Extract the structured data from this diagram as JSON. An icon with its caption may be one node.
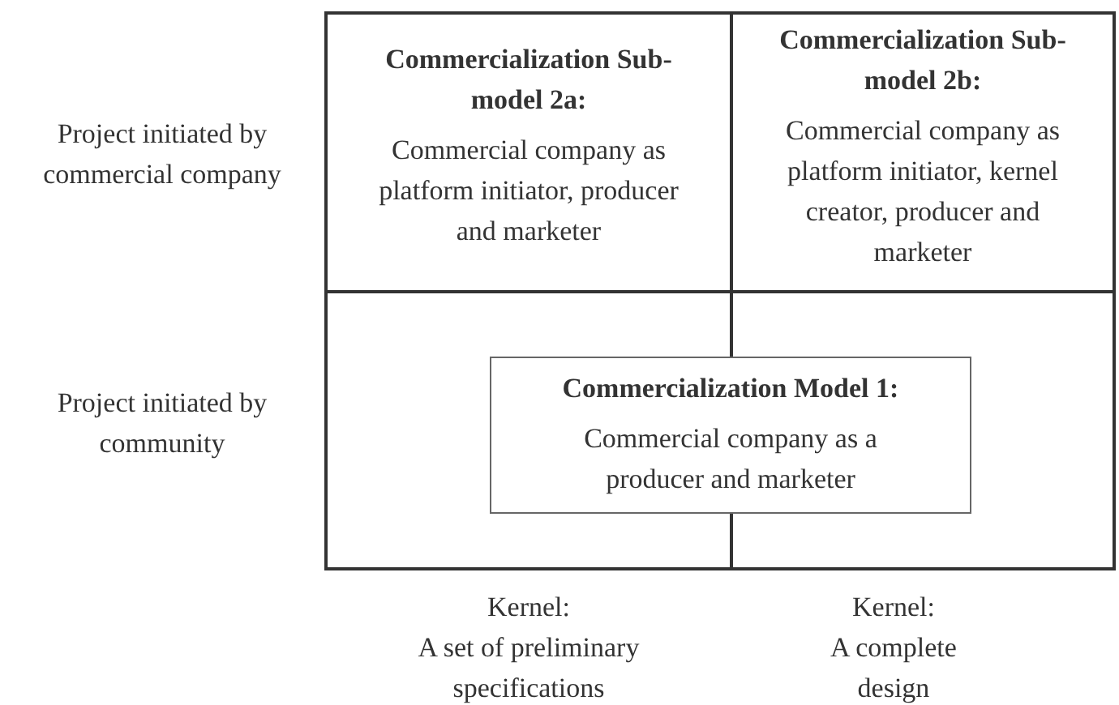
{
  "diagram": {
    "nodes": [
      {
        "text": [
          "Commercialization Sub-model 2a:",
          "Commercial company as platform initiator, producer and marketer"
        ]
      },
      {
        "text": [
          "Commercialization Sub-model 2b:",
          "Commercial company as platform initiator, kernel creator, producer and marketer"
        ]
      },
      {
        "text": [
          "Commercialization Model 1:",
          "Commercial company as a producer and marketer"
        ]
      }
    ],
    "edges": [],
    "labels": [
      "Project initiated by commercial company",
      "Project initiated by community",
      "Kernel:",
      "A set of preliminary specifications",
      "Kernel:",
      "A complete design"
    ]
  }
}
